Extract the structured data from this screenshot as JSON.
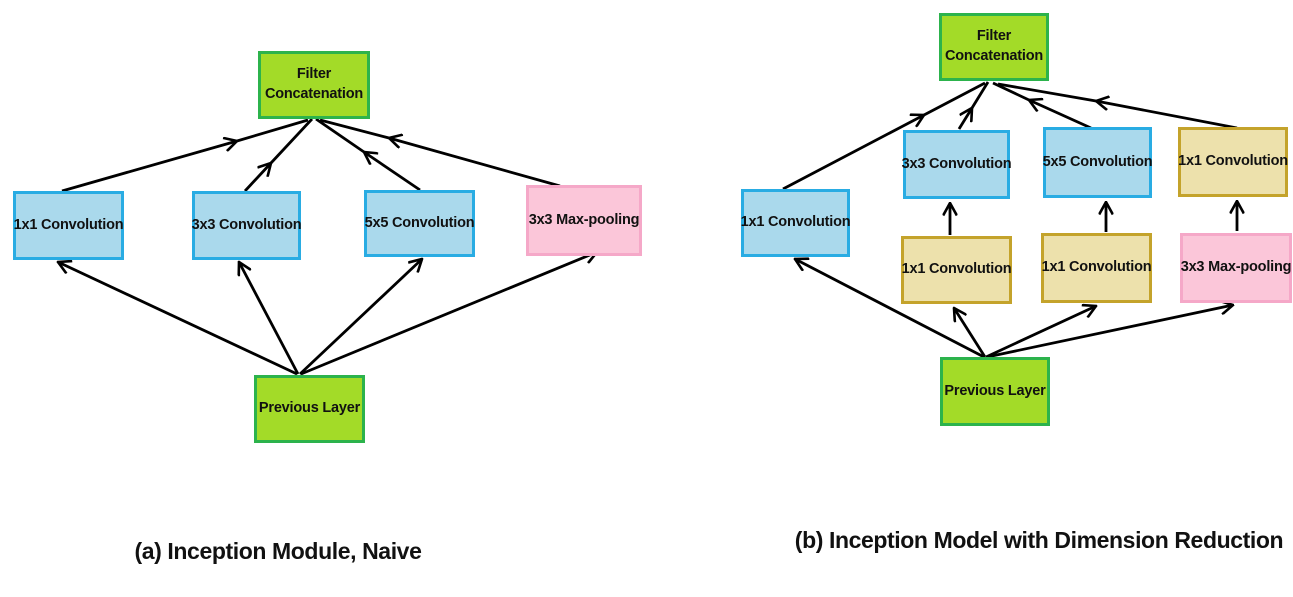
{
  "figure": {
    "background": "#ffffff",
    "text_color": "#111111"
  },
  "colors": {
    "green_fill": "#A3DB28",
    "green_border": "#2CB34C",
    "blue_fill": "#AAD9EC",
    "blue_border": "#29ACE3",
    "pink_fill": "#FBC6D9",
    "pink_border": "#F5A8C8",
    "tan_fill": "#EDE1AC",
    "tan_border": "#C4A32B",
    "arrow": "#000000"
  },
  "diagram_a": {
    "caption": "(a) Inception Module, Naive",
    "nodes": {
      "filter_concat": "Filter Concatenation",
      "conv_1x1": "1x1 Convolution",
      "conv_3x3": "3x3 Convolution",
      "conv_5x5": "5x5 Convolution",
      "max_pool": "3x3 Max-pooling",
      "previous_layer": "Previous Layer"
    },
    "edges": [
      {
        "from": "previous_layer",
        "to": "conv_1x1"
      },
      {
        "from": "previous_layer",
        "to": "conv_3x3"
      },
      {
        "from": "previous_layer",
        "to": "conv_5x5"
      },
      {
        "from": "previous_layer",
        "to": "max_pool"
      },
      {
        "from": "conv_1x1",
        "to": "filter_concat"
      },
      {
        "from": "conv_3x3",
        "to": "filter_concat"
      },
      {
        "from": "conv_5x5",
        "to": "filter_concat"
      },
      {
        "from": "max_pool",
        "to": "filter_concat"
      }
    ]
  },
  "diagram_b": {
    "caption": "(b) Inception Model with Dimension Reduction",
    "nodes": {
      "filter_concat": "Filter Concatenation",
      "conv_1x1_left": "1x1 Convolution",
      "conv_3x3": "3x3 Convolution",
      "conv_5x5": "5x5 Convolution",
      "conv_1x1_right": "1x1 Convolution",
      "conv_1x1_mid1": "1x1 Convolution",
      "conv_1x1_mid2": "1x1 Convolution",
      "max_pool": "3x3 Max-pooling",
      "previous_layer": "Previous Layer"
    },
    "edges": [
      {
        "from": "previous_layer",
        "to": "conv_1x1_left"
      },
      {
        "from": "previous_layer",
        "to": "conv_1x1_mid1"
      },
      {
        "from": "previous_layer",
        "to": "conv_1x1_mid2"
      },
      {
        "from": "previous_layer",
        "to": "max_pool"
      },
      {
        "from": "conv_1x1_mid1",
        "to": "conv_3x3"
      },
      {
        "from": "conv_1x1_mid2",
        "to": "conv_5x5"
      },
      {
        "from": "max_pool",
        "to": "conv_1x1_right"
      },
      {
        "from": "conv_1x1_left",
        "to": "filter_concat"
      },
      {
        "from": "conv_3x3",
        "to": "filter_concat"
      },
      {
        "from": "conv_5x5",
        "to": "filter_concat"
      },
      {
        "from": "conv_1x1_right",
        "to": "filter_concat"
      }
    ]
  }
}
